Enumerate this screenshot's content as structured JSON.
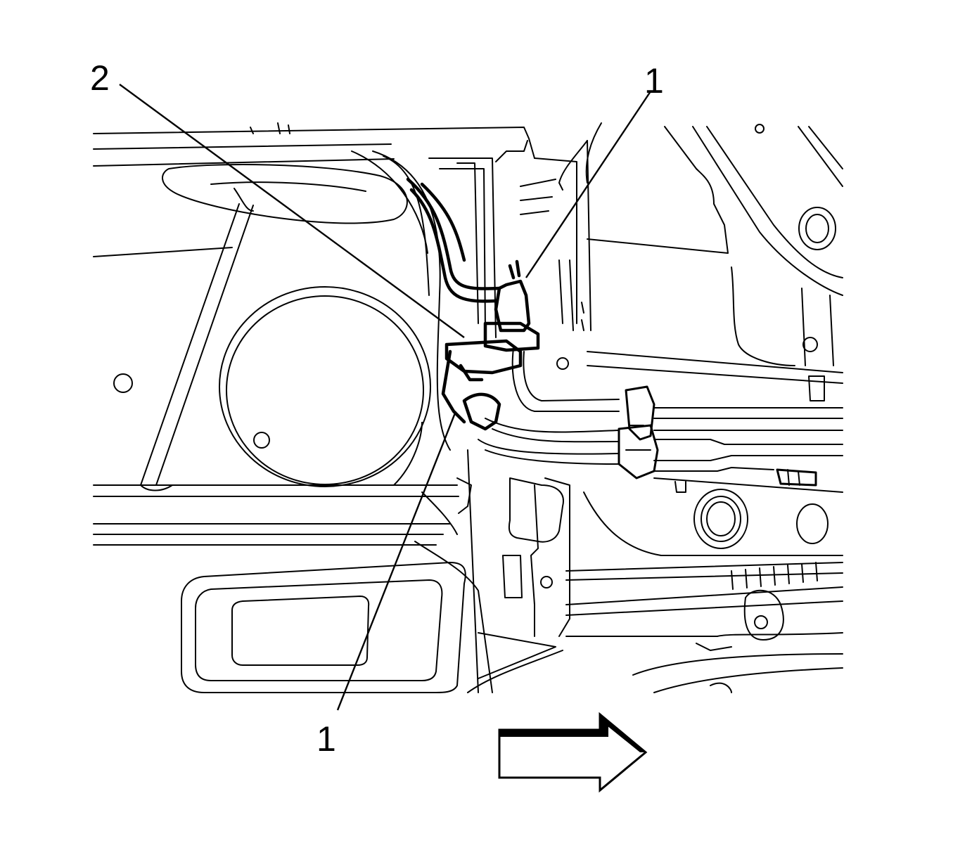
{
  "callouts": {
    "c2": "2",
    "c1_top": "1",
    "c1_bottom": "1"
  },
  "icons": {
    "direction": "arrow-right-icon"
  },
  "colors": {
    "line": "#000000",
    "background": "#ffffff"
  }
}
